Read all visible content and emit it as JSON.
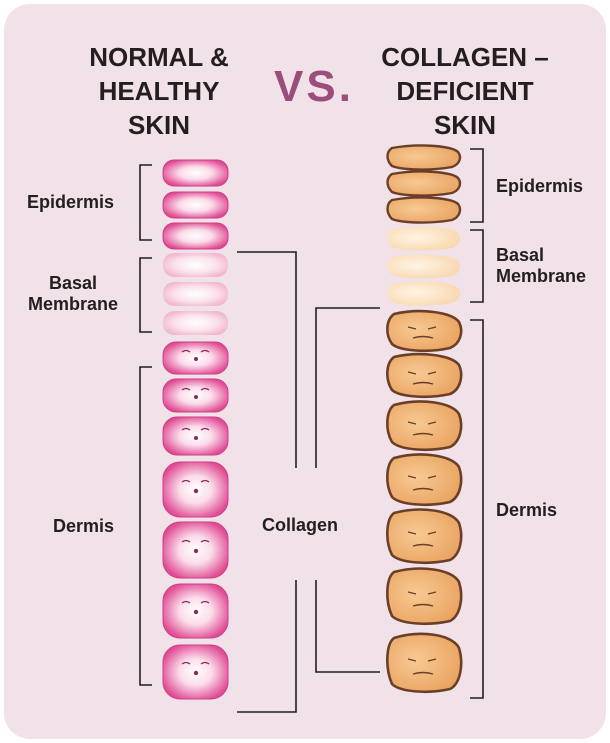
{
  "title_left": [
    "NORMAL &",
    "HEALTHY",
    "SKIN"
  ],
  "vs": "VS.",
  "title_right": [
    "COLLAGEN –",
    "DEFICIENT",
    "SKIN"
  ],
  "left_labels": {
    "epidermis": "Epidermis",
    "basal_line1": "Basal",
    "basal_line2": "Membrane",
    "dermis": "Dermis"
  },
  "center_label": "Collagen",
  "right_labels": {
    "epidermis": "Epidermis",
    "basal_line1": "Basal",
    "basal_line2": "Membrane",
    "dermis": "Dermis"
  },
  "colors": {
    "card": "#f1e1e8",
    "healthy_cell": "#e04c94",
    "healthy_cell_light": "#ffffff",
    "healthy_basal": "#f2b8d0",
    "deficient_cell": "#f0b06c",
    "deficient_outline": "#6b3f27",
    "deficient_basal": "#fbdfbc",
    "vs": "#9b4e7b"
  }
}
